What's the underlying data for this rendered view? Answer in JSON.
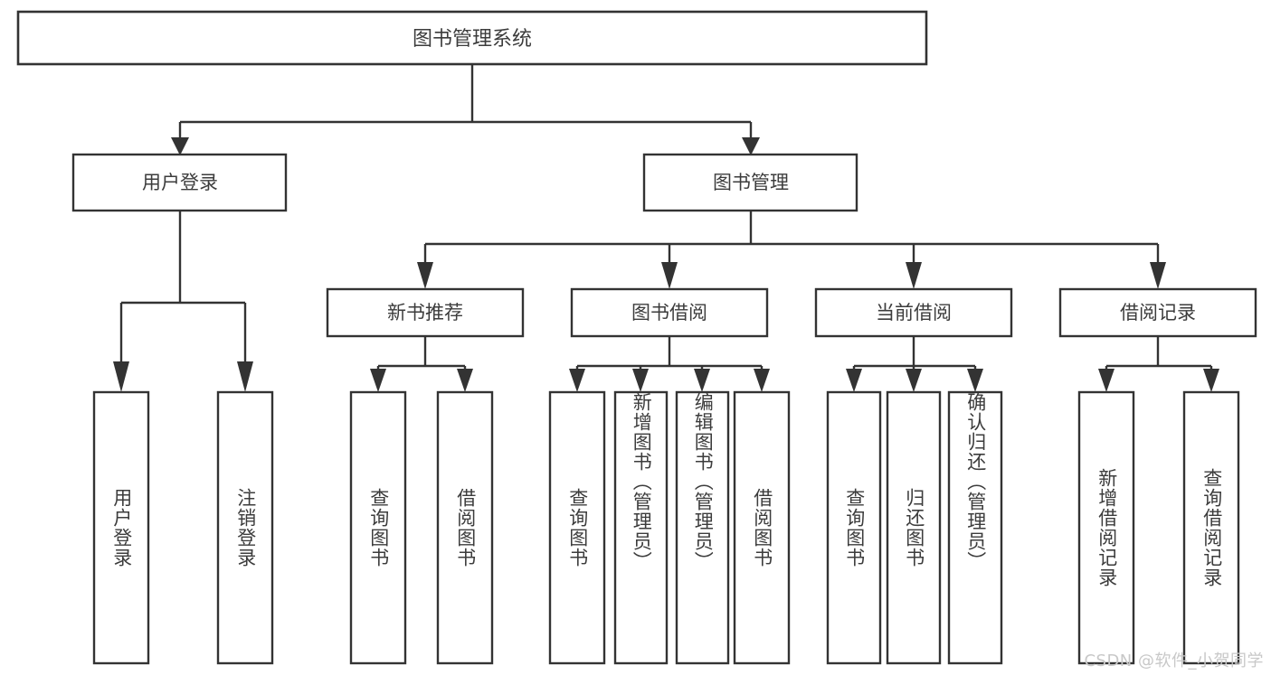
{
  "diagram": {
    "type": "tree",
    "title": "图书管理系统",
    "orientation": "top-down",
    "colors": {
      "box_stroke": "#333333",
      "box_fill": "#ffffff",
      "text": "#3c3c3c",
      "background": "#ffffff",
      "watermark": "#c8c8c8"
    },
    "root": {
      "label": "图书管理系统"
    },
    "level2": [
      {
        "label": "用户登录"
      },
      {
        "label": "图书管理"
      }
    ],
    "level3": [
      {
        "label": "新书推荐"
      },
      {
        "label": "图书借阅"
      },
      {
        "label": "当前借阅"
      },
      {
        "label": "借阅记录"
      }
    ],
    "leaves": {
      "user_login": [
        {
          "label": "用户登录"
        },
        {
          "label": "注销登录"
        }
      ],
      "new_book": [
        {
          "label": "查询图书"
        },
        {
          "label": "借阅图书"
        }
      ],
      "book_borrow": [
        {
          "label": "查询图书"
        },
        {
          "label": "新增图书（管理员）"
        },
        {
          "label": "编辑图书（管理员）"
        },
        {
          "label": "借阅图书"
        }
      ],
      "current_borrow": [
        {
          "label": "查询图书"
        },
        {
          "label": "归还图书"
        },
        {
          "label": "确认归还（管理员）"
        }
      ],
      "borrow_record": [
        {
          "label": "新增借阅记录"
        },
        {
          "label": "查询借阅记录"
        }
      ]
    },
    "watermark": "CSDN @软件_小贺同学"
  }
}
